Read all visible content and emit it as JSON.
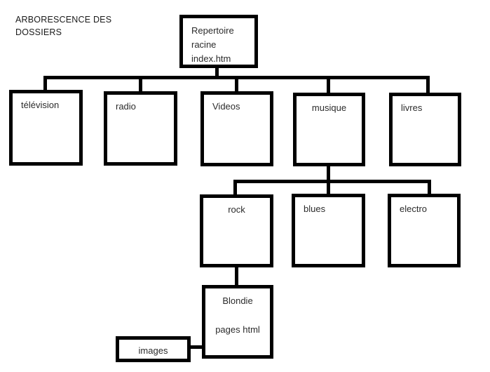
{
  "diagram": {
    "title": "ARBORESCENCE DES\nDOSSIERS",
    "colors": {
      "background": "#ffffff",
      "stroke": "#000000",
      "text": "#2b2b2b",
      "title_text": "#1a1a1a"
    },
    "nodes": {
      "root": {
        "line1": "Repertoire",
        "line2": "racine",
        "line3": "index.htm"
      },
      "television": {
        "line1": "télévision"
      },
      "radio": {
        "line1": "radio"
      },
      "videos": {
        "line1": "Videos"
      },
      "musique": {
        "line1": "musique"
      },
      "livres": {
        "line1": "livres"
      },
      "rock": {
        "line1": "rock"
      },
      "blues": {
        "line1": "blues"
      },
      "electro": {
        "line1": "electro"
      },
      "blondie": {
        "line1": "Blondie",
        "line2": "pages html"
      },
      "images": {
        "line1": "images"
      }
    },
    "structure": {
      "level_1": [
        "Repertoire racine index.htm"
      ],
      "level_2": [
        "télévision",
        "radio",
        "Videos",
        "musique",
        "livres"
      ],
      "level_3": [
        "rock",
        "blues",
        "electro"
      ],
      "level_4": [
        "Blondie pages html",
        "images"
      ],
      "edges": [
        {
          "from": "root",
          "to": "television"
        },
        {
          "from": "root",
          "to": "radio"
        },
        {
          "from": "root",
          "to": "videos"
        },
        {
          "from": "root",
          "to": "musique"
        },
        {
          "from": "root",
          "to": "livres"
        },
        {
          "from": "musique",
          "to": "rock"
        },
        {
          "from": "musique",
          "to": "blues"
        },
        {
          "from": "musique",
          "to": "electro"
        },
        {
          "from": "rock",
          "to": "blondie"
        },
        {
          "from": "blondie",
          "to": "images"
        }
      ]
    }
  }
}
